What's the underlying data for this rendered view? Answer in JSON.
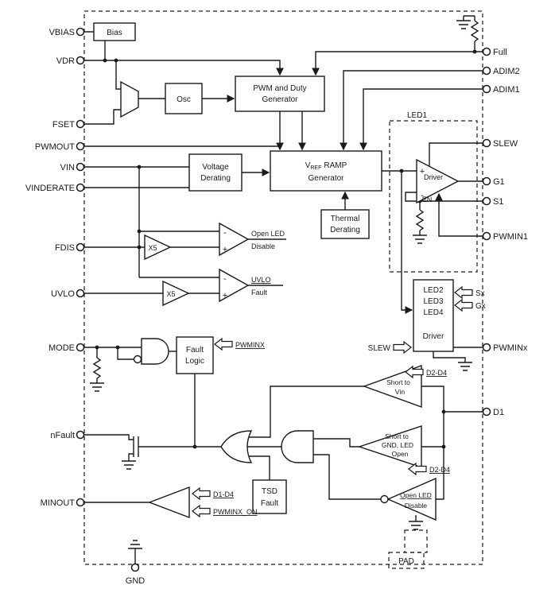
{
  "pins": {
    "left": [
      "VBIAS",
      "VDR",
      "FSET",
      "PWMOUT",
      "VIN",
      "VINDERATE",
      "FDIS",
      "UVLO",
      "MODE",
      "nFault",
      "MINOUT"
    ],
    "right": [
      "Full",
      "ADIM2",
      "ADIM1",
      "SLEW",
      "G1",
      "S1",
      "PWMIN1",
      "Sx",
      "Gx",
      "PWMINx",
      "D1"
    ],
    "gnd": "GND",
    "pad": "PAD"
  },
  "blocks": {
    "bias": "Bias",
    "osc": "Osc",
    "pwm_duty": [
      "PWM and Duty",
      "Generator"
    ],
    "voltage_derating": [
      "Voltage",
      "Derating"
    ],
    "vref_ramp": {
      "v": "V",
      "sub": "REF",
      "rest": "RAMP",
      "line2": "Generator"
    },
    "thermal_derating": [
      "Thermal",
      "Derating"
    ],
    "led_driver_multi": [
      "LED2",
      "LED3",
      "LED4",
      "Driver"
    ],
    "fault_logic": [
      "Fault",
      "Logic"
    ],
    "tsd_fault": [
      "TSD",
      "Fault"
    ],
    "led1": "LED1",
    "driver": "Driver",
    "en": "EN",
    "x5": "X5"
  },
  "comparators": {
    "open_led": [
      "Open LED",
      "Disable"
    ],
    "uvlo": [
      "UVLO",
      "Fault"
    ]
  },
  "fault_detect": {
    "short_vin": [
      "Short to",
      "Vin"
    ],
    "short_gnd": [
      "Short to",
      "GND, LED",
      "Open"
    ],
    "open_led": [
      "Open LED",
      "Disable"
    ]
  },
  "signals": {
    "pwminx": "PWMINX",
    "d2_d4": "D2-D4",
    "d1_d4": "D1-D4",
    "pwminx_on": "PWMINX_ON",
    "slew": "SLEW"
  },
  "glyphs": {
    "plus": "+",
    "minus": "-"
  },
  "colors": {
    "line": "#1a1a1a",
    "background": "#ffffff"
  }
}
